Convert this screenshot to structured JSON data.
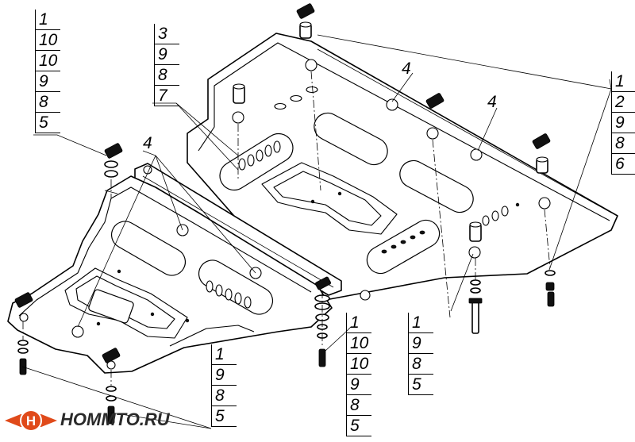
{
  "callouts": {
    "group_left_top": [
      "1",
      "10",
      "10",
      "9",
      "8",
      "5"
    ],
    "group_center_top": [
      "3",
      "9",
      "8",
      "7"
    ],
    "group_right": [
      "1",
      "2",
      "9",
      "8",
      "6"
    ],
    "group_bottom_left": [
      "1",
      "9",
      "8",
      "5"
    ],
    "group_bottom_center": [
      "1",
      "10",
      "10",
      "9",
      "8",
      "5"
    ],
    "group_bottom_right": [
      "1",
      "9",
      "8",
      "5"
    ],
    "tag_4": "4"
  },
  "brand": {
    "name": "HOMMTO.RU"
  }
}
